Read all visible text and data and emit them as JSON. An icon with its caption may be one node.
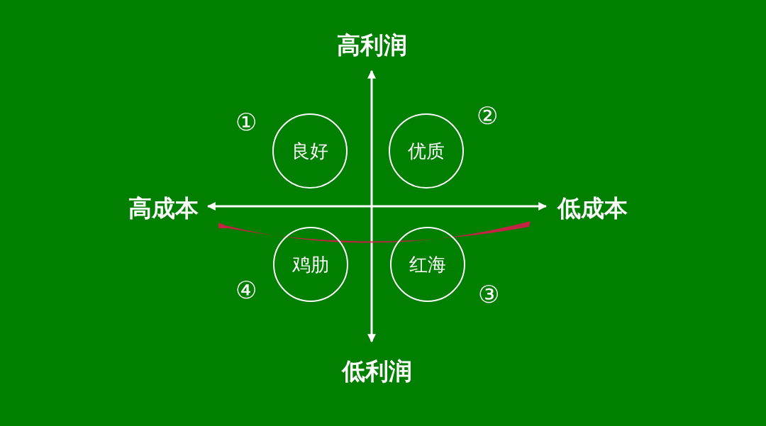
{
  "diagram": {
    "nodes": [
      {
        "text": [
          "良好"
        ],
        "beside": [
          "①"
        ]
      },
      {
        "text": [
          "优质"
        ],
        "beside": [
          "②"
        ]
      },
      {
        "text": [
          "鸡肋"
        ],
        "beside": [
          "④"
        ]
      },
      {
        "text": [
          "红海"
        ],
        "beside": [
          "③"
        ]
      }
    ],
    "labels": [
      "高利润",
      "高成本",
      "低成本",
      "低利润"
    ]
  }
}
